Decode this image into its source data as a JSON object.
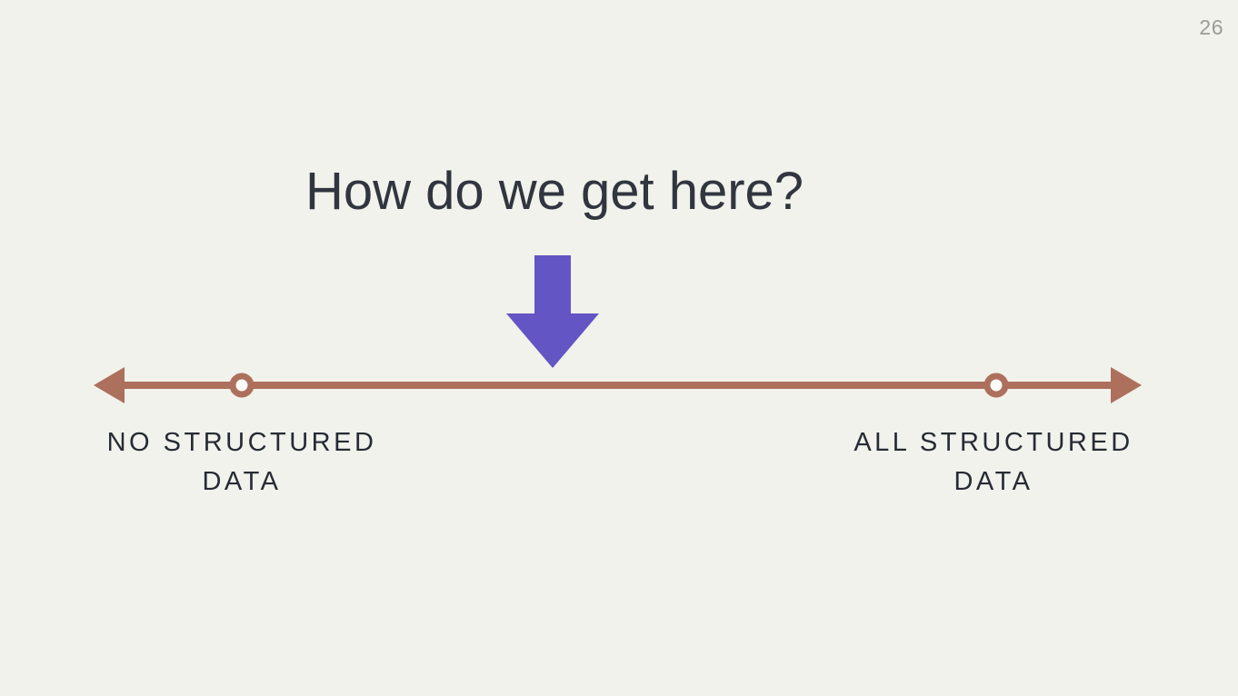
{
  "slide": {
    "page_number": "26",
    "title": "How do we get here?"
  },
  "spectrum": {
    "left_label": {
      "line1": "NO STRUCTURED",
      "line2": "DATA"
    },
    "right_label": {
      "line1": "ALL STRUCTURED",
      "line2": "DATA"
    }
  },
  "colors": {
    "background": "#f1f2eb",
    "title_text": "#31353f",
    "label_text": "#262b35",
    "page_number": "#9b9b99",
    "axis_line": "#ad705d",
    "marker_fill": "#fbfbf7",
    "arrow": "#6355c4"
  }
}
